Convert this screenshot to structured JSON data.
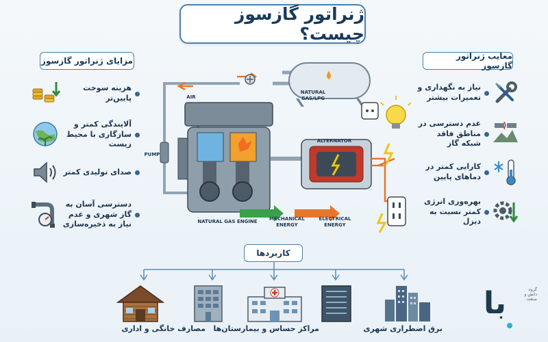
{
  "title": "ژنراتور گازسوز چیست؟",
  "advantages": {
    "heading": "مزایای ژنراتور گازسوز",
    "items": [
      {
        "label": "هزینه سوخت پایین‌تر",
        "icon": "coins-icon"
      },
      {
        "label": "آلایندگی کمتر و سازگاری با محیط زیست",
        "icon": "globe-plant-icon"
      },
      {
        "label": "صدای تولیدی کمتر",
        "icon": "speaker-icon"
      },
      {
        "label": "دسترسی آسان به گاز شهری و عدم نیاز به ذخیره‌سازی",
        "icon": "gas-pipe-icon"
      }
    ]
  },
  "disadvantages": {
    "heading": "معایب ژنراتور گازسوز",
    "items": [
      {
        "label": "نیاز به نگهداری و تعمیرات بیشتر",
        "icon": "wrench-screwdriver-icon"
      },
      {
        "label": "عدم دسترسی در مناطق فاقد شبکه گاز",
        "icon": "broken-pipe-icon"
      },
      {
        "label": "کارایی کمتر در دماهای پایین",
        "icon": "thermometer-snow-icon"
      },
      {
        "label": "بهره‌وری انرژی کمتر نسبت به دیزل",
        "icon": "gear-arrow-icon"
      }
    ]
  },
  "diagram": {
    "tank_label_1": "NATURAL",
    "tank_label_2": "GAS/LPG",
    "air_label": "AIR",
    "pump_label": "PUMP",
    "alternator_label": "ALTERNATOR",
    "engine_label": "NATURAL GAS ENGINE",
    "mechanical_label_1": "MECHANICAL",
    "mechanical_label_2": "ENERGY",
    "electrical_label_1": "ELECTRICAL",
    "electrical_label_2": "ENERGY"
  },
  "applications": {
    "heading": "کاربردها",
    "items": [
      {
        "label": "مصارف خانگی و اداری",
        "icon": "house-icon"
      },
      {
        "label": "مراکز حساس و بیمارستان‌ها",
        "icon": "hospital-icon"
      },
      {
        "label": "برق اضطراری شهری",
        "icon": "city-icon"
      }
    ]
  },
  "logo": {
    "mark": "با",
    "tagline_1": "گروه",
    "tagline_2": "دانش و",
    "tagline_3": "صنعت"
  },
  "colors": {
    "accent": "#4b7fa8",
    "dark": "#173a5c",
    "orange_arrow": "#e8762a",
    "green_arrow": "#3aa14a",
    "flame": "#f39c12"
  }
}
